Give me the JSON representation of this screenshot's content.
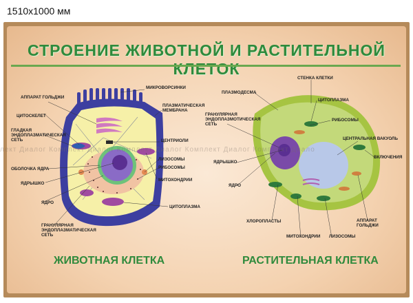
{
  "size_caption": "1510x1000 мм",
  "title": "СТРОЕНИЕ ЖИВОТНОЙ И РАСТИТЕЛЬНОЙ КЛЕТОК",
  "animal": {
    "caption": "ЖИВОТНАЯ КЛЕТКА",
    "labels": {
      "golgi": "АППАРАТ ГОЛЬДЖИ",
      "cytoskeleton": "ЦИТОСКЕЛЕТ",
      "smooth_er": "ГЛАДКАЯ ЭНДОПЛАЗМАТИЧЕСКАЯ СЕТЬ",
      "nuclear_envelope": "ОБОЛОЧКА ЯДРА",
      "nucleolus": "ЯДРЫШКО",
      "nucleus": "ЯДРО",
      "rough_er": "ГРАНУЛЯРНАЯ ЭНДОПЛАЗМАТИЧЕСКАЯ СЕТЬ",
      "microvilli": "МИКРОВОРСИНКИ",
      "plasma_membrane": "ПЛАЗМАТИЧЕСКАЯ МЕМБРАНА",
      "centrioles": "ЦЕНТРИОЛИ",
      "lysosomes": "ЛИЗОСОМЫ",
      "ribosomes": "РИБОСОМЫ",
      "mitochondria": "МИТОХОНДРИИ",
      "cytoplasm": "ЦИТОПЛАЗМА"
    }
  },
  "plant": {
    "caption": "РАСТИТЕЛЬНАЯ КЛЕТКА",
    "labels": {
      "plasmodesma": "ПЛАЗМОДЕСМА",
      "rough_er": "ГРАНУЛЯРНАЯ ЭНДОПЛАЗМОТИЧЕСКАЯ СЕТЬ",
      "nucleolus": "ЯДРЫШКО",
      "nucleus": "ЯДРО",
      "chloroplasts": "ХЛОРОПЛАСТЫ",
      "mitochondria": "МИТОХОНДРИИ",
      "lysosomes": "ЛИЗОСОМЫ",
      "golgi": "АППАРАТ ГОЛЬДЖИ",
      "cell_wall": "СТЕНКА КЛЕТКИ",
      "cytoplasm": "ЦИТОПЛАЗМА",
      "ribosomes": "РИБОСОМЫ",
      "central_vacuole": "ЦЕНТРАЛЬНАЯ ВАКУОЛЬ",
      "inclusions": "ВКЛЮЧЕНИЯ"
    }
  },
  "watermark": "лект Диалог Комплект Диалог Комплект Диалог Комплект Диалог Комплект Диало",
  "colors": {
    "title": "#2f8a3c",
    "frame": "#b58a5a",
    "membrane": "#3d3fa0",
    "plant_wall": "#a6c442"
  }
}
